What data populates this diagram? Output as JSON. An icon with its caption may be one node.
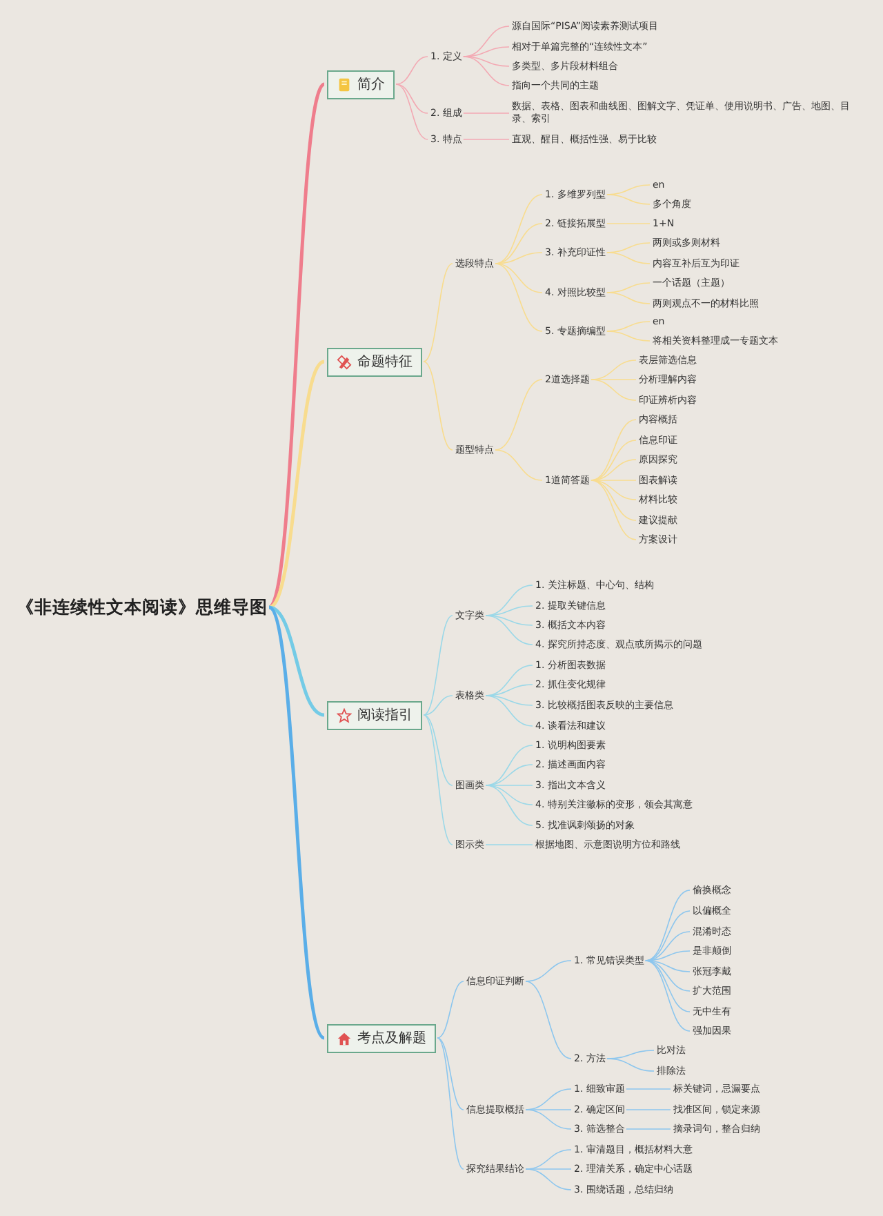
{
  "diagram": {
    "nodes": [
      {
        "text": [
          "《非连续性文本阅读》思维导图"
        ]
      },
      {
        "text": [
          "简介"
        ]
      },
      {
        "text": [
          "1. 定义"
        ]
      },
      {
        "text": [
          "源自国际“PISA”阅读素养测试项目"
        ]
      },
      {
        "text": [
          "相对于单篇完整的“连续性文本”"
        ]
      },
      {
        "text": [
          "多类型、多片段材料组合"
        ]
      },
      {
        "text": [
          "指向一个共同的主题"
        ]
      },
      {
        "text": [
          "2. 组成"
        ]
      },
      {
        "text": [
          "数据、表格、图表和曲线图、图解文字、凭证单、使用说明书、广告、地图、目录、索引"
        ]
      },
      {
        "text": [
          "3. 特点"
        ]
      },
      {
        "text": [
          "直观、醒目、概括性强、易于比较"
        ]
      },
      {
        "text": [
          "命题特征"
        ]
      },
      {
        "text": [
          "选段特点"
        ]
      },
      {
        "text": [
          "1. 多维罗列型"
        ]
      },
      {
        "text": [
          "en"
        ]
      },
      {
        "text": [
          "多个角度"
        ]
      },
      {
        "text": [
          "2. 链接拓展型"
        ]
      },
      {
        "text": [
          "1+N"
        ]
      },
      {
        "text": [
          "3. 补充印证性"
        ]
      },
      {
        "text": [
          "两则或多则材料"
        ]
      },
      {
        "text": [
          "内容互补后互为印证"
        ]
      },
      {
        "text": [
          "4. 对照比较型"
        ]
      },
      {
        "text": [
          "一个话题（主题）"
        ]
      },
      {
        "text": [
          "两则观点不一的材料比照"
        ]
      },
      {
        "text": [
          "5. 专题摘编型"
        ]
      },
      {
        "text": [
          "en"
        ]
      },
      {
        "text": [
          "将相关资料整理成一专题文本"
        ]
      },
      {
        "text": [
          "题型特点"
        ]
      },
      {
        "text": [
          "2道选择题"
        ]
      },
      {
        "text": [
          "表层筛选信息"
        ]
      },
      {
        "text": [
          "分析理解内容"
        ]
      },
      {
        "text": [
          "印证辨析内容"
        ]
      },
      {
        "text": [
          "1道简答题"
        ]
      },
      {
        "text": [
          "内容概括"
        ]
      },
      {
        "text": [
          "信息印证"
        ]
      },
      {
        "text": [
          "原因探究"
        ]
      },
      {
        "text": [
          "图表解读"
        ]
      },
      {
        "text": [
          "材料比较"
        ]
      },
      {
        "text": [
          "建议提献"
        ]
      },
      {
        "text": [
          "方案设计"
        ]
      },
      {
        "text": [
          "阅读指引"
        ]
      },
      {
        "text": [
          "文字类"
        ]
      },
      {
        "text": [
          "1. 关注标题、中心句、结构"
        ]
      },
      {
        "text": [
          "2. 提取关键信息"
        ]
      },
      {
        "text": [
          "3. 概括文本内容"
        ]
      },
      {
        "text": [
          "4. 探究所持态度、观点或所揭示的问题"
        ]
      },
      {
        "text": [
          "表格类"
        ]
      },
      {
        "text": [
          "1. 分析图表数据"
        ]
      },
      {
        "text": [
          "2. 抓住变化规律"
        ]
      },
      {
        "text": [
          "3. 比较概括图表反映的主要信息"
        ]
      },
      {
        "text": [
          "4. 谈看法和建议"
        ]
      },
      {
        "text": [
          "图画类"
        ]
      },
      {
        "text": [
          "1. 说明构图要素"
        ]
      },
      {
        "text": [
          "2. 描述画面内容"
        ]
      },
      {
        "text": [
          "3. 指出文本含义"
        ]
      },
      {
        "text": [
          "4. 特别关注徽标的变形，领会其寓意"
        ]
      },
      {
        "text": [
          "5. 找准讽刺颂扬的对象"
        ]
      },
      {
        "text": [
          "图示类"
        ]
      },
      {
        "text": [
          "根据地图、示意图说明方位和路线"
        ]
      },
      {
        "text": [
          "考点及解题"
        ]
      },
      {
        "text": [
          "信息印证判断"
        ]
      },
      {
        "text": [
          "1. 常见错误类型"
        ]
      },
      {
        "text": [
          "偷换概念"
        ]
      },
      {
        "text": [
          "以偏概全"
        ]
      },
      {
        "text": [
          "混淆时态"
        ]
      },
      {
        "text": [
          "是非颠倒"
        ]
      },
      {
        "text": [
          "张冠李戴"
        ]
      },
      {
        "text": [
          "扩大范围"
        ]
      },
      {
        "text": [
          "无中生有"
        ]
      },
      {
        "text": [
          "强加因果"
        ]
      },
      {
        "text": [
          "2. 方法"
        ]
      },
      {
        "text": [
          "比对法"
        ]
      },
      {
        "text": [
          "排除法"
        ]
      },
      {
        "text": [
          "信息提取概括"
        ]
      },
      {
        "text": [
          "1. 细致审题"
        ]
      },
      {
        "text": [
          "标关键词，忌漏要点"
        ]
      },
      {
        "text": [
          "2. 确定区间"
        ]
      },
      {
        "text": [
          "找准区间，锁定来源"
        ]
      },
      {
        "text": [
          "3. 筛选整合"
        ]
      },
      {
        "text": [
          "摘录词句，整合归纳"
        ]
      },
      {
        "text": [
          "探究结果结论"
        ]
      },
      {
        "text": [
          "1. 审清题目，概括材料大意"
        ]
      },
      {
        "text": [
          "2. 理清关系，确定中心话题"
        ]
      },
      {
        "text": [
          "3. 围绕话题，总结归纳"
        ]
      }
    ],
    "edges": [
      {
        "from": 0,
        "to": 1,
        "arrow": "none",
        "style": "thick",
        "color": "#ef7d8c"
      },
      {
        "from": 1,
        "to": 2,
        "arrow": "none",
        "color": "#f3a9b3"
      },
      {
        "from": 2,
        "to": 3,
        "arrow": "none",
        "color": "#f3a9b3"
      },
      {
        "from": 2,
        "to": 4,
        "arrow": "none",
        "color": "#f3a9b3"
      },
      {
        "from": 2,
        "to": 5,
        "arrow": "none",
        "color": "#f3a9b3"
      },
      {
        "from": 2,
        "to": 6,
        "arrow": "none",
        "color": "#f3a9b3"
      },
      {
        "from": 1,
        "to": 7,
        "arrow": "none",
        "color": "#f3a9b3"
      },
      {
        "from": 7,
        "to": 8,
        "arrow": "none",
        "color": "#f3a9b3"
      },
      {
        "from": 1,
        "to": 9,
        "arrow": "none",
        "color": "#f3a9b3"
      },
      {
        "from": 9,
        "to": 10,
        "arrow": "none",
        "color": "#f3a9b3"
      },
      {
        "from": 0,
        "to": 11,
        "arrow": "none",
        "style": "thick"
      },
      {
        "from": 11,
        "to": 12,
        "arrow": "none"
      },
      {
        "from": 12,
        "to": 13,
        "arrow": "none"
      },
      {
        "from": 13,
        "to": 14,
        "arrow": "none"
      },
      {
        "from": 13,
        "to": 15,
        "arrow": "none"
      },
      {
        "from": 12,
        "to": 16,
        "arrow": "none"
      },
      {
        "from": 16,
        "to": 17,
        "arrow": "none"
      },
      {
        "from": 12,
        "to": 18,
        "arrow": "none"
      },
      {
        "from": 18,
        "to": 19,
        "arrow": "none"
      },
      {
        "from": 18,
        "to": 20,
        "arrow": "none"
      },
      {
        "from": 12,
        "to": 21,
        "arrow": "none"
      },
      {
        "from": 21,
        "to": 22,
        "arrow": "none"
      },
      {
        "from": 21,
        "to": 23,
        "arrow": "none"
      },
      {
        "from": 12,
        "to": 24,
        "arrow": "none"
      },
      {
        "from": 24,
        "to": 25,
        "arrow": "none"
      },
      {
        "from": 24,
        "to": 26,
        "arrow": "none"
      },
      {
        "from": 11,
        "to": 27,
        "arrow": "none"
      },
      {
        "from": 27,
        "to": 28,
        "arrow": "none"
      },
      {
        "from": 28,
        "to": 29,
        "arrow": "none"
      },
      {
        "from": 28,
        "to": 30,
        "arrow": "none"
      },
      {
        "from": 28,
        "to": 31,
        "arrow": "none"
      },
      {
        "from": 27,
        "to": 32,
        "arrow": "none"
      },
      {
        "from": 32,
        "to": 33,
        "arrow": "none"
      },
      {
        "from": 32,
        "to": 34,
        "arrow": "none"
      },
      {
        "from": 32,
        "to": 35,
        "arrow": "none"
      },
      {
        "from": 32,
        "to": 36,
        "arrow": "none"
      },
      {
        "from": 32,
        "to": 37,
        "arrow": "none"
      },
      {
        "from": 32,
        "to": 38,
        "arrow": "none"
      },
      {
        "from": 32,
        "to": 39,
        "arrow": "none"
      },
      {
        "from": 0,
        "to": 40,
        "arrow": "none",
        "style": "thick",
        "color": "#74cbe6"
      },
      {
        "from": 40,
        "to": 41,
        "arrow": "none",
        "color": "#9ad8e8"
      },
      {
        "from": 41,
        "to": 42,
        "arrow": "none",
        "color": "#9ad8e8"
      },
      {
        "from": 41,
        "to": 43,
        "arrow": "none",
        "color": "#9ad8e8"
      },
      {
        "from": 41,
        "to": 44,
        "arrow": "none",
        "color": "#9ad8e8"
      },
      {
        "from": 41,
        "to": 45,
        "arrow": "none",
        "color": "#9ad8e8"
      },
      {
        "from": 40,
        "to": 46,
        "arrow": "none",
        "color": "#9ad8e8"
      },
      {
        "from": 46,
        "to": 47,
        "arrow": "none",
        "color": "#9ad8e8"
      },
      {
        "from": 46,
        "to": 48,
        "arrow": "none",
        "color": "#9ad8e8"
      },
      {
        "from": 46,
        "to": 49,
        "arrow": "none",
        "color": "#9ad8e8"
      },
      {
        "from": 46,
        "to": 50,
        "arrow": "none",
        "color": "#9ad8e8"
      },
      {
        "from": 40,
        "to": 51,
        "arrow": "none",
        "color": "#9ad8e8"
      },
      {
        "from": 51,
        "to": 52,
        "arrow": "none",
        "color": "#9ad8e8"
      },
      {
        "from": 51,
        "to": 53,
        "arrow": "none",
        "color": "#9ad8e8"
      },
      {
        "from": 51,
        "to": 54,
        "arrow": "none",
        "color": "#9ad8e8"
      },
      {
        "from": 51,
        "to": 55,
        "arrow": "none",
        "color": "#9ad8e8"
      },
      {
        "from": 51,
        "to": 56,
        "arrow": "none",
        "color": "#9ad8e8"
      },
      {
        "from": 40,
        "to": 57,
        "arrow": "none",
        "color": "#9ad8e8"
      },
      {
        "from": 57,
        "to": 58,
        "arrow": "none",
        "color": "#9ad8e8"
      },
      {
        "from": 0,
        "to": 59,
        "arrow": "none",
        "style": "thick",
        "color": "#5aaee8"
      },
      {
        "from": 59,
        "to": 60,
        "arrow": "none",
        "color": "#8cc6ee"
      },
      {
        "from": 60,
        "to": 61,
        "arrow": "none",
        "color": "#8cc6ee"
      },
      {
        "from": 61,
        "to": 62,
        "arrow": "none",
        "color": "#8cc6ee"
      },
      {
        "from": 61,
        "to": 63,
        "arrow": "none",
        "color": "#8cc6ee"
      },
      {
        "from": 61,
        "to": 64,
        "arrow": "none",
        "color": "#8cc6ee"
      },
      {
        "from": 61,
        "to": 65,
        "arrow": "none",
        "color": "#8cc6ee"
      },
      {
        "from": 61,
        "to": 66,
        "arrow": "none",
        "color": "#8cc6ee"
      },
      {
        "from": 61,
        "to": 67,
        "arrow": "none",
        "color": "#8cc6ee"
      },
      {
        "from": 61,
        "to": 68,
        "arrow": "none",
        "color": "#8cc6ee"
      },
      {
        "from": 61,
        "to": 69,
        "arrow": "none",
        "color": "#8cc6ee"
      },
      {
        "from": 60,
        "to": 70,
        "arrow": "none",
        "color": "#8cc6ee"
      },
      {
        "from": 70,
        "to": 71,
        "arrow": "none",
        "color": "#8cc6ee"
      },
      {
        "from": 70,
        "to": 72,
        "arrow": "none",
        "color": "#8cc6ee"
      },
      {
        "from": 59,
        "to": 73,
        "arrow": "none",
        "color": "#8cc6ee"
      },
      {
        "from": 73,
        "to": 74,
        "arrow": "none",
        "color": "#8cc6ee"
      },
      {
        "from": 74,
        "to": 75,
        "arrow": "none",
        "color": "#8cc6ee"
      },
      {
        "from": 73,
        "to": 76,
        "arrow": "none",
        "color": "#8cc6ee"
      },
      {
        "from": 76,
        "to": 77,
        "arrow": "none",
        "color": "#8cc6ee"
      },
      {
        "from": 73,
        "to": 78,
        "arrow": "none",
        "color": "#8cc6ee"
      },
      {
        "from": 78,
        "to": 79,
        "arrow": "none",
        "color": "#8cc6ee"
      },
      {
        "from": 59,
        "to": 80,
        "arrow": "none",
        "color": "#8cc6ee"
      },
      {
        "from": 80,
        "to": 81,
        "arrow": "none",
        "color": "#8cc6ee"
      },
      {
        "from": 80,
        "to": 82,
        "arrow": "none",
        "color": "#8cc6ee"
      },
      {
        "from": 80,
        "to": 83,
        "arrow": "none",
        "color": "#8cc6ee"
      }
    ]
  }
}
